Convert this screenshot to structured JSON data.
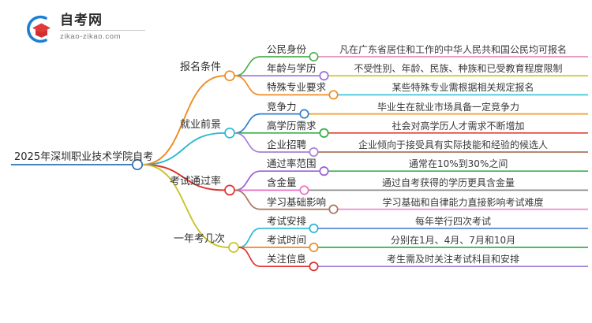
{
  "logo": {
    "name": "zikao-logo",
    "cn_text": "自考网",
    "url_text": "zikao-zikao.com",
    "arc_color": "#1c7fd6",
    "cap_color": "#e03a3a"
  },
  "mindmap": {
    "type": "mindmap",
    "root": {
      "label": "2025年深圳职业技术学院自考",
      "underline_color": "#2f6fb5",
      "node_color": "#2f6fb5"
    },
    "branches": [
      {
        "label": "报名条件",
        "color": "#ef8b20",
        "children": [
          {
            "label": "公民身份",
            "color": "#4caf50",
            "leaf": "凡在广东省居住和工作的中华人民共和国公民均可报名",
            "leaf_color": "#e48fc0"
          },
          {
            "label": "年龄与学历",
            "color": "#9b6fd4",
            "leaf": "不受性别、年龄、民族、种族和已受教育程度限制",
            "leaf_color": "#c9c32a"
          },
          {
            "label": "特殊专业要求",
            "color": "#ef8b20",
            "leaf": "某些特殊专业需根据相关规定报名",
            "leaf_color": "#3fc8d8"
          }
        ]
      },
      {
        "label": "就业前景",
        "color": "#2bb8cf",
        "children": [
          {
            "label": "竞争力",
            "color": "#2f7fd0",
            "leaf": "毕业生在就业市场具备一定竞争力",
            "leaf_color": "#f0a02a"
          },
          {
            "label": "高学历需求",
            "color": "#2fae4a",
            "leaf": "社会对高学历人才需求不断增加",
            "leaf_color": "#e23b30"
          },
          {
            "label": "企业招聘",
            "color": "#a87fd4",
            "leaf": "企业倾向于接受具有实际技能和经验的候选人",
            "leaf_color": "#a8765c"
          }
        ]
      },
      {
        "label": "考试通过率",
        "color": "#e03030",
        "children": [
          {
            "label": "通过率范围",
            "color": "#9b5fd0",
            "leaf": "通常在10%到30%之间",
            "leaf_color": "#3bb04a"
          },
          {
            "label": "含金量",
            "color": "#e86fc0",
            "leaf": "通过自考获得的学历更具含金量",
            "leaf_color": "#8c8c8c"
          },
          {
            "label": "学习基础影响",
            "color": "#a8765c",
            "leaf": "学习基础和自律能力直接影响考试难度",
            "leaf_color": "#e88fd0"
          }
        ]
      },
      {
        "label": "一年考几次",
        "color": "#c9c32a",
        "children": [
          {
            "label": "考试安排",
            "color": "#2bb8cf",
            "leaf": "每年举行四次考试",
            "leaf_color": "#4a7fd0"
          },
          {
            "label": "考试时间",
            "color": "#f08a20",
            "leaf": "分别在1月、4月、7月和10月",
            "leaf_color": "#3bb04a"
          },
          {
            "label": "关注信息",
            "color": "#e03030",
            "leaf": "考生需及时关注考试科目和安排",
            "leaf_color": "#9b7fd4"
          }
        ]
      }
    ]
  }
}
